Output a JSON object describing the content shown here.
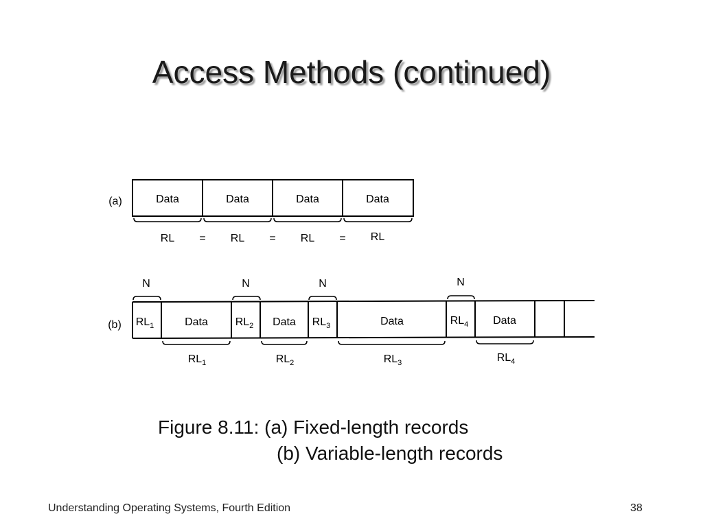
{
  "slide": {
    "title": "Access Methods (continued)",
    "caption_line1": "Figure 8.11: (a) Fixed-length records",
    "caption_line2": "(b) Variable-length records",
    "footer": "Understanding Operating Systems, Fourth Edition",
    "page_number": "38"
  },
  "figure": {
    "panel_a": {
      "label": "(a)",
      "cell_label": "Data",
      "length_label": "RL",
      "equals": "="
    },
    "panel_b": {
      "label": "(b)",
      "header_label": "N",
      "rl": "RL",
      "data": "Data",
      "sub1": "1",
      "sub2": "2",
      "sub3": "3",
      "sub4": "4"
    }
  }
}
